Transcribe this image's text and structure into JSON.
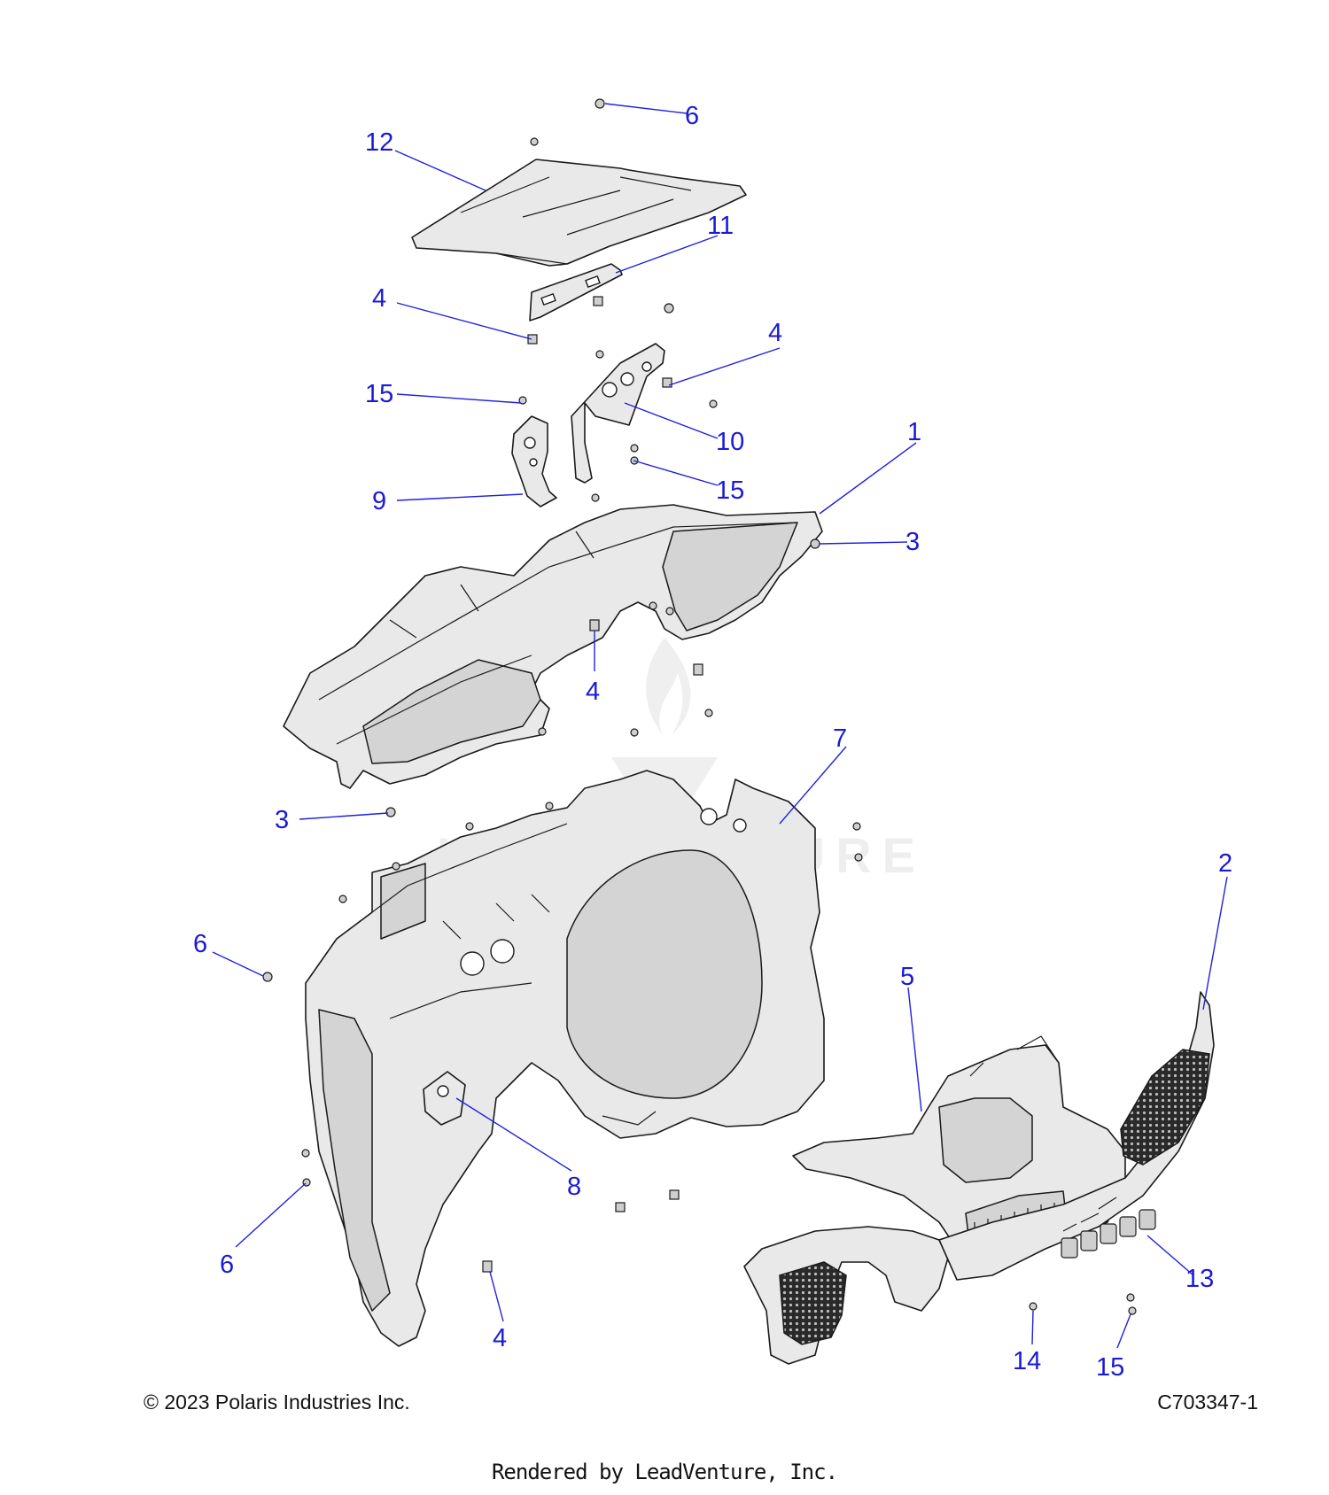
{
  "callouts": {
    "c1": "1",
    "c2": "2",
    "c3a": "3",
    "c3b": "3",
    "c4a": "4",
    "c4b": "4",
    "c4c": "4",
    "c4d": "4",
    "c5": "5",
    "c6a": "6",
    "c6b": "6",
    "c6c": "6",
    "c7": "7",
    "c8": "8",
    "c9": "9",
    "c10": "10",
    "c11": "11",
    "c12": "12",
    "c13": "13",
    "c14": "14",
    "c15a": "15",
    "c15b": "15",
    "c15c": "15"
  },
  "footer": {
    "copyright": "© 2023 Polaris Industries Inc.",
    "drawing_id": "C703347-1",
    "rendered_by": "Rendered by LeadVenture, Inc."
  },
  "watermark": {
    "text": "LEADVENTURE"
  },
  "colors": {
    "callout": "#1a1ad6",
    "line_art": "#1a1a1a",
    "part_fill": "#e9e9e9"
  }
}
